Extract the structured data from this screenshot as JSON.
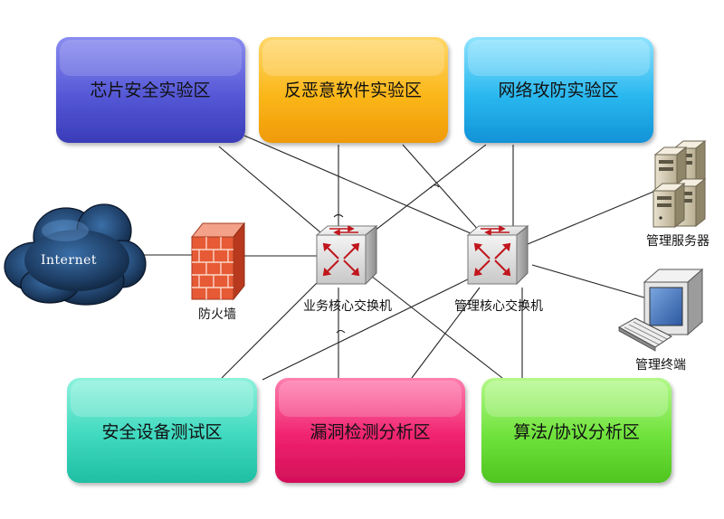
{
  "zones": {
    "chip_lab": "芯片安全实验区",
    "anti_malware_lab": "反恶意软件实验区",
    "network_attack_lab": "网络攻防实验区",
    "security_device_test": "安全设备测试区",
    "vuln_analysis": "漏洞检测分析区",
    "algo_protocol": "算法/协议分析区"
  },
  "devices": {
    "internet": "Internet",
    "firewall": "防火墙",
    "business_switch": "业务核心交换机",
    "mgmt_switch": "管理核心交换机",
    "mgmt_server": "管理服务器",
    "mgmt_terminal": "管理终端"
  },
  "icons": {
    "internet": "cloud-icon",
    "firewall": "brick-wall-icon",
    "business_switch": "network-switch-icon",
    "mgmt_switch": "network-switch-icon",
    "mgmt_server": "server-tower-icon",
    "mgmt_terminal": "desktop-computer-icon"
  },
  "colors": {
    "chip_lab": "#5b5ed8",
    "anti_malware_lab": "#fbb71a",
    "network_attack_lab": "#2ab8ef",
    "security_device_test": "#3fd9bf",
    "vuln_analysis": "#f0236f",
    "algo_protocol": "#6fe23c",
    "link": "#222222"
  }
}
